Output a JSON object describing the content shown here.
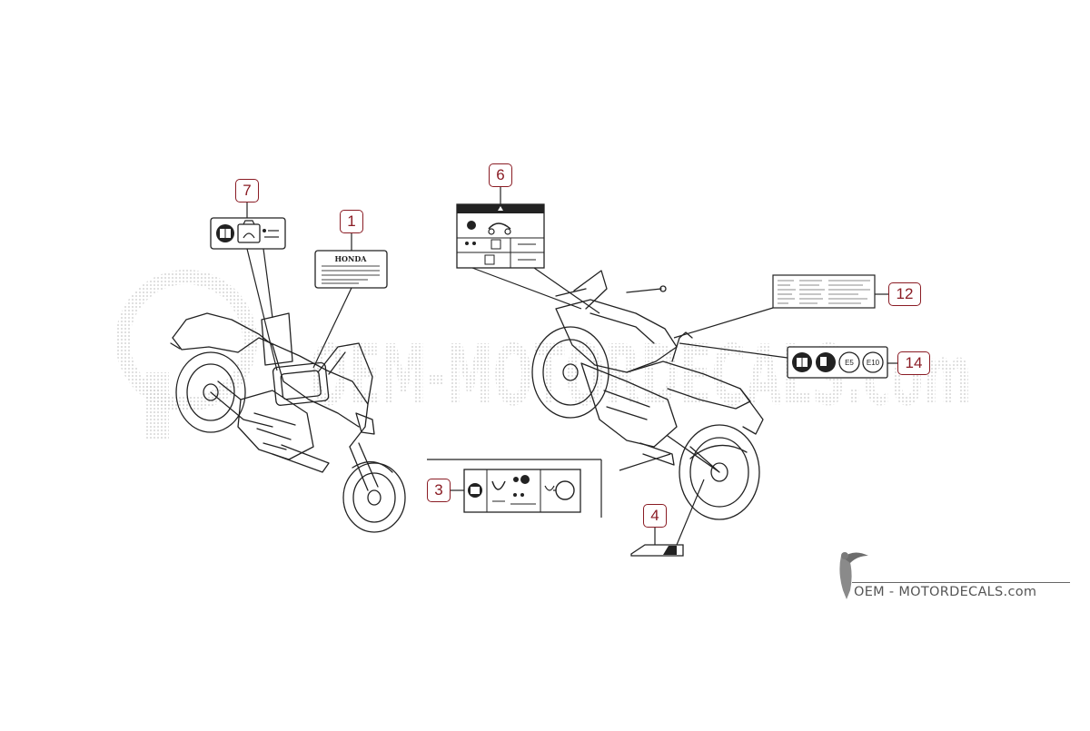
{
  "callouts": {
    "c1": "1",
    "c3": "3",
    "c4": "4",
    "c6": "6",
    "c7": "7",
    "c12": "12",
    "c14": "14"
  },
  "labels": {
    "part1_brand": "HONDA",
    "part14_e5": "E5",
    "part14_e10": "E10"
  },
  "background_watermark": {
    "text": "OEM-MOTORDECALS.com"
  },
  "watermark": {
    "brand": "OEM - MOTORDECALS.com"
  },
  "colors": {
    "callout": "#8a1c24",
    "line_art": "#222222",
    "dots": "#c7c7c7"
  },
  "icons": {
    "logo": "toucan-bird-icon",
    "manual": "owners-manual-icon"
  }
}
